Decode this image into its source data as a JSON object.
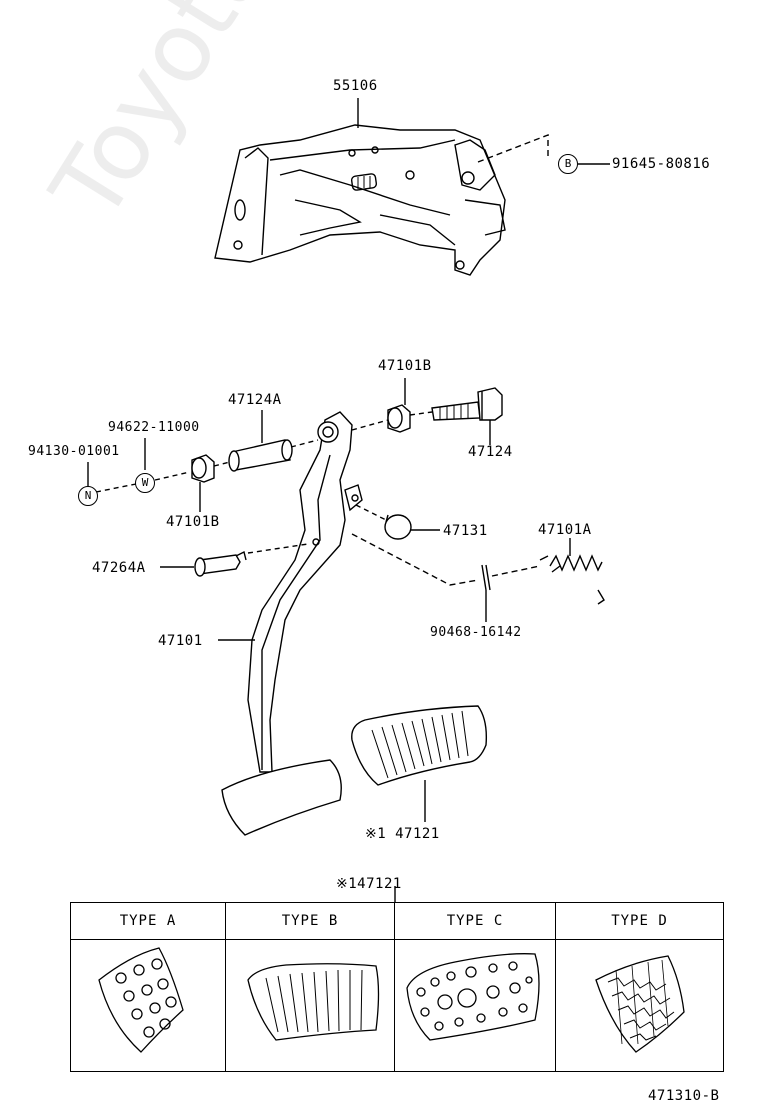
{
  "watermark": "ToyotaCarMine.ru",
  "parts": {
    "bracket": "55106",
    "bolt_b": "91645-80816",
    "pedal_bushing_top": "47101B",
    "bolt": "47124",
    "collar": "47124A",
    "washer": "94622-11000",
    "nut": "94130-01001",
    "pedal_bushing_left": "47101B",
    "stopper": "47131",
    "spring": "47101A",
    "clip_pin": "47264A",
    "pedal": "47101",
    "cotter_pin": "90468-16142",
    "pad": "※1 47121"
  },
  "circle_marks": {
    "b": "B",
    "w": "W",
    "n": "N"
  },
  "table_title": "※147121",
  "types": [
    {
      "label": "TYPE A"
    },
    {
      "label": "TYPE B"
    },
    {
      "label": "TYPE C"
    },
    {
      "label": "TYPE D"
    }
  ],
  "figure_code": "471310-B"
}
